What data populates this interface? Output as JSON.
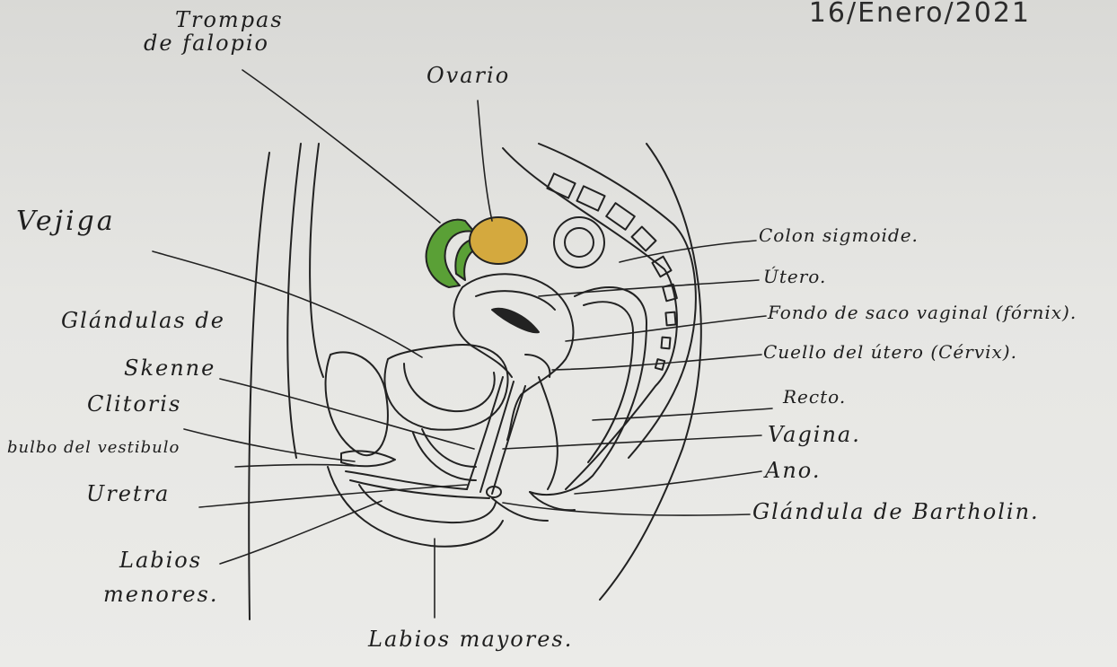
{
  "date": "16/Enero/2021",
  "labels": {
    "trompas_de_falopio_l1": "Trompas",
    "trompas_de_falopio_l2": "de falopio",
    "ovario": "Ovario",
    "vejiga": "Vejiga",
    "glandulas_de_skene_l1": "Glándulas de",
    "glandulas_de_skene_l2": "Skenne",
    "clitoris": "Clitoris",
    "bulbo_del_vestibulo": "bulbo del vestibulo",
    "uretra": "Uretra",
    "labios_menores_l1": "Labios",
    "labios_menores_l2": "menores.",
    "labios_mayores": "Labios mayores.",
    "colon_sigmoide": "Colon sigmoide.",
    "utero": "Útero.",
    "fondo_de_saco_vaginal": "Fondo de saco vaginal (fórnix).",
    "cuello_del_utero": "Cuello del útero (Cérvix).",
    "recto": "Recto.",
    "vagina": "Vagina.",
    "ano": "Ano.",
    "glandula_de_bartholin": "Glándula de Bartholin."
  },
  "colors": {
    "ink": "#222222",
    "ovary_fill": "#d4a93e",
    "tube_fill": "#5aa036"
  }
}
